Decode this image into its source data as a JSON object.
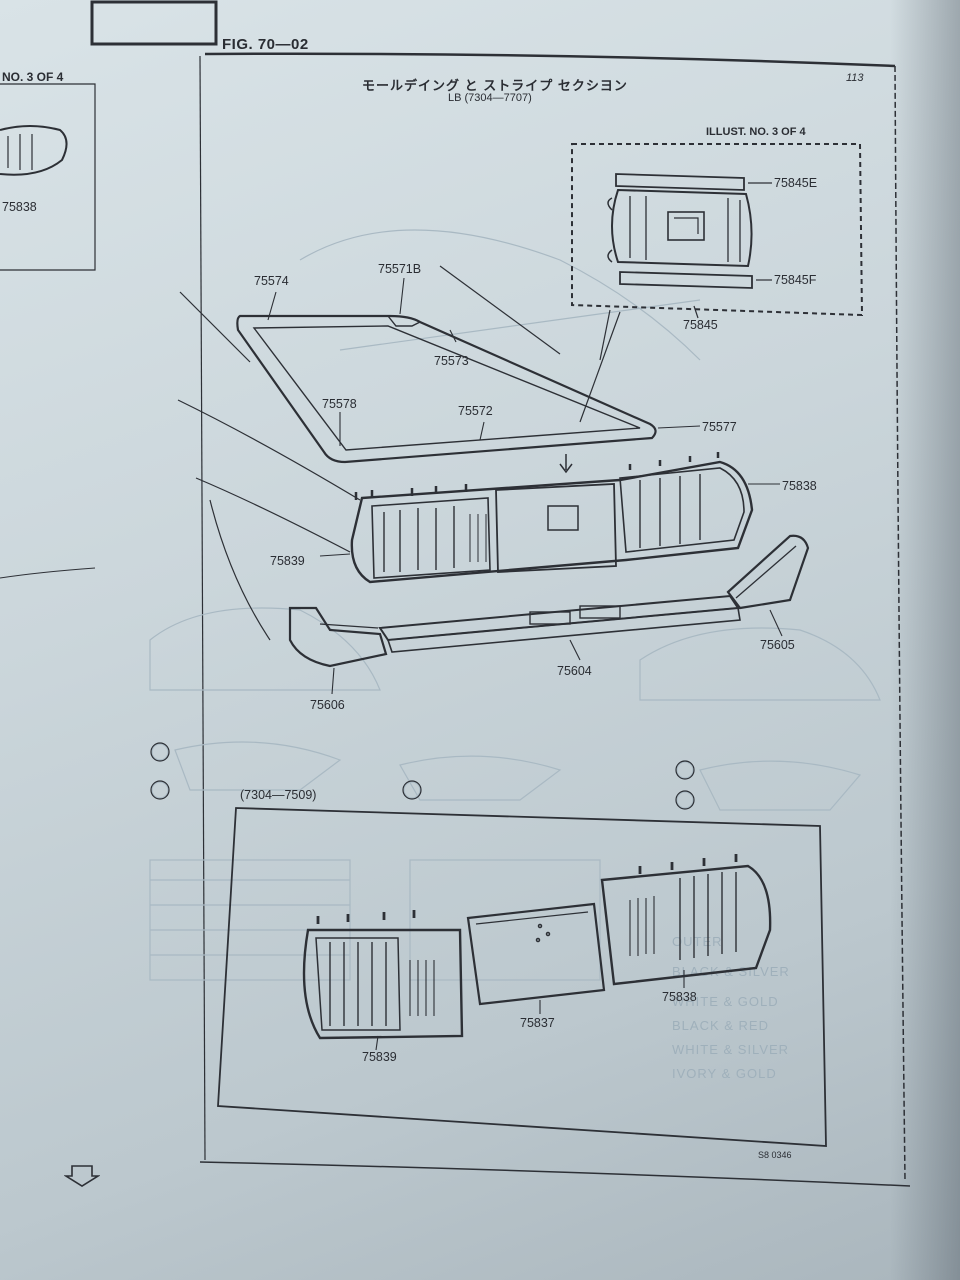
{
  "header": {
    "figure": "FIG. 70—02",
    "title_jp": "モールデイング と ストライプ セクシヨン",
    "page_number": "113",
    "model_range": "LB (7304—7707)",
    "illust_number": "ILLUST. NO. 3 OF 4",
    "left_page_illust": "NO. 3 OF 4"
  },
  "labels": {
    "p75845E": "75845E",
    "p75845F": "75845F",
    "p75845": "75845",
    "p75574": "75574",
    "p75571B": "75571B",
    "p75573": "75573",
    "p75578": "75578",
    "p75572": "75572",
    "p75577": "75577",
    "p75838": "75838",
    "p75839": "75839",
    "p75605": "75605",
    "p75604": "75604",
    "p75606": "75606",
    "left_75838": "75838",
    "inset_75839": "75839",
    "inset_75837": "75837",
    "inset_75838": "75838"
  },
  "inset": {
    "title": "(7304—7509)"
  },
  "footer": {
    "code": "S8  0346"
  },
  "background_table": {
    "rows": [
      "OUTER",
      "BLACK & SILVER",
      "WHITE & GOLD",
      "BLACK & RED",
      "WHITE & SILVER",
      "IVORY & GOLD"
    ]
  }
}
